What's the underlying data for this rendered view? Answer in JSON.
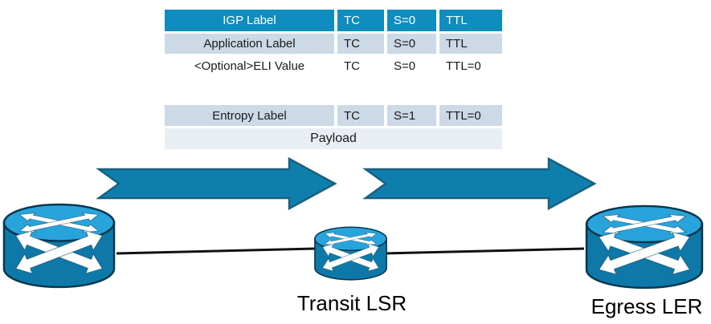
{
  "colors": {
    "table-header-bg": "#0E8DBE",
    "table-row-bg": "#CCD9E6",
    "table-footer-bg": "#E9EEF4",
    "arrow-fill": "#0E7FAD",
    "arrow-stroke": "#19607F",
    "router-body": "#0E79A9",
    "router-top": "#29A3DB",
    "router-outline": "#05384F",
    "link-line": "#111111"
  },
  "label_stack_table": {
    "header_row": {
      "label": "IGP Label",
      "tc": "TC",
      "s": "S=0",
      "ttl": "TTL"
    },
    "rows": [
      {
        "label": "Application Label",
        "tc": "TC",
        "s": "S=0",
        "ttl": "TTL"
      },
      {
        "label": "<Optional>ELI Value",
        "tc": "TC",
        "s": "S=0",
        "ttl": "TTL=0"
      },
      {
        "label": "Entropy Label",
        "tc": "TC",
        "s": "S=1",
        "ttl": "TTL=0"
      }
    ],
    "footer_label": "Payload"
  },
  "diagram": {
    "icons": {
      "ingress_router": "cisco-router-icon",
      "transit_router": "cisco-router-icon",
      "egress_router": "cisco-router-icon",
      "flow_arrows": "notched-right-arrow-icon"
    },
    "transit_label": "Transit LSR",
    "egress_label": "Egress LER"
  }
}
